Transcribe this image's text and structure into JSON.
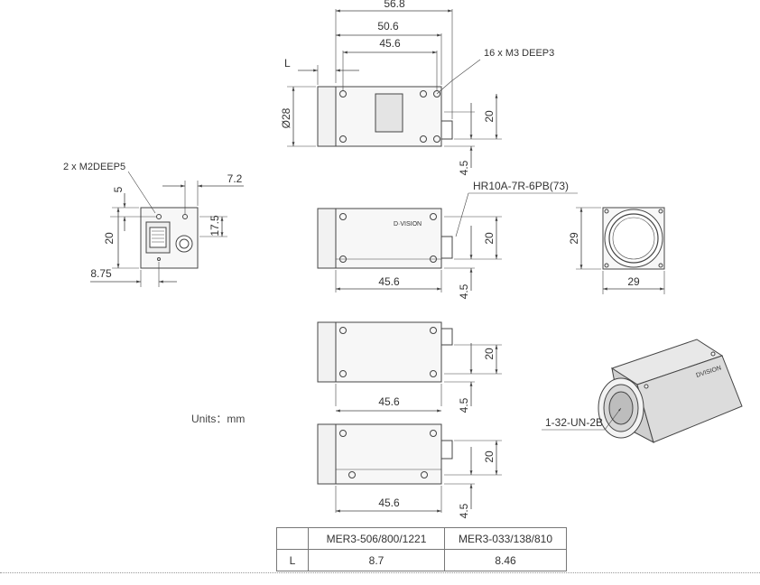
{
  "colors": {
    "line": "#444444",
    "body_fill": "#f2f2f2",
    "dim": "#555555"
  },
  "top_view": {
    "dims": {
      "overall_width": "56.8",
      "mid_width": "50.6",
      "hole_spacing": "45.6",
      "l_label": "L",
      "diameter": "Ø28",
      "height": "20",
      "offset": "4.5"
    },
    "hole_note": "16 x  M3 DEEP3"
  },
  "rear_view": {
    "hole_note": "2 x  M2DEEP5",
    "dims": {
      "top_offset": "5",
      "right_offset": "7.2",
      "height": "20",
      "side": "17.5",
      "bottom_width": "8.75"
    }
  },
  "side_view": {
    "connector_note": "HR10A-7R-6PB(73)",
    "dims": {
      "width": "45.6",
      "height": "20",
      "offset": "4.5"
    }
  },
  "front_view": {
    "dims": {
      "height": "29",
      "width": "29"
    }
  },
  "bottom_view_1": {
    "dims": {
      "width": "45.6",
      "height": "20",
      "offset": "4.5"
    }
  },
  "bottom_view_2": {
    "dims": {
      "width": "45.6",
      "height": "20",
      "offset": "4.5"
    }
  },
  "iso_view": {
    "mount_note": "1-32-UN-2B"
  },
  "units_label": "Units：mm",
  "table": {
    "headers": [
      "",
      "MER3-506/800/1221",
      "MER3-033/138/810"
    ],
    "rows": [
      {
        "label": "L",
        "values": [
          "8.7",
          "8.46"
        ]
      }
    ]
  }
}
